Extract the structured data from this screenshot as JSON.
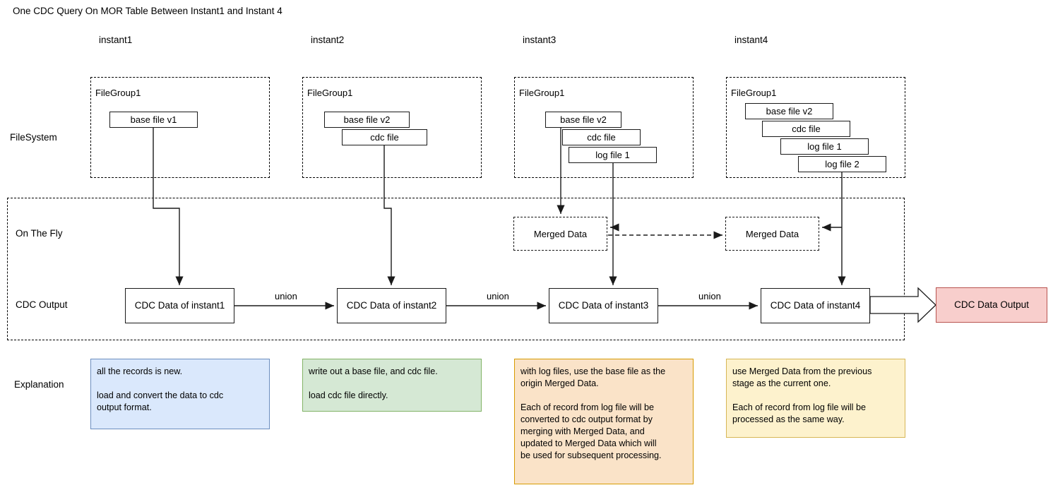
{
  "title": "One CDC Query On MOR Table Between Instant1 and Instant 4",
  "columns": [
    {
      "label": "instant1"
    },
    {
      "label": "instant2"
    },
    {
      "label": "instant3"
    },
    {
      "label": "instant4"
    }
  ],
  "rows": {
    "filesystem_label": "FileSystem",
    "onthefly_label": "On The Fly",
    "cdcoutput_label": "CDC Output",
    "explanation_label": "Explanation"
  },
  "filegroups": [
    {
      "name": "FileGroup1",
      "files": [
        {
          "label": "base file v1"
        }
      ]
    },
    {
      "name": "FileGroup1",
      "files": [
        {
          "label": "base file v2"
        },
        {
          "label": "cdc file"
        }
      ]
    },
    {
      "name": "FileGroup1",
      "files": [
        {
          "label": "base file v2"
        },
        {
          "label": "cdc file"
        },
        {
          "label": "log file 1"
        }
      ]
    },
    {
      "name": "FileGroup1",
      "files": [
        {
          "label": "base file v2"
        },
        {
          "label": "cdc file"
        },
        {
          "label": "log file 1"
        },
        {
          "label": "log file 2"
        }
      ]
    }
  ],
  "merged_data": [
    {
      "label": "Merged Data"
    },
    {
      "label": "Merged Data"
    }
  ],
  "cdc_boxes": [
    {
      "label": "CDC Data of instant1"
    },
    {
      "label": "CDC Data of instant2"
    },
    {
      "label": "CDC Data of instant3"
    },
    {
      "label": "CDC Data of instant4"
    }
  ],
  "union_labels": [
    {
      "label": "union"
    },
    {
      "label": "union"
    },
    {
      "label": "union"
    }
  ],
  "output": {
    "label": "CDC Data Output",
    "fill": "#f8cecc",
    "stroke": "#b85450"
  },
  "explanations": [
    {
      "text": "all the records is new.\n\nload and convert the data to cdc\noutput format.",
      "fill": "#dae8fc",
      "stroke": "#6c8ebf"
    },
    {
      "text": "write out a base file, and cdc file.\n\nload cdc file directly.",
      "fill": "#d5e8d4",
      "stroke": "#82b366"
    },
    {
      "text": "with log files, use the base file as the\norigin Merged Data.\n\nEach of record from log file will be\nconverted to cdc output format by\nmerging with Merged Data, and\nupdated to Merged Data which will\nbe used for subsequent processing.",
      "fill": "#fae3c8",
      "stroke": "#d79b00"
    },
    {
      "text": "use Merged Data from the previous\nstage as the current one.\n\nEach of record from log file will be\nprocessed as the same way.",
      "fill": "#fdf2cd",
      "stroke": "#d6b656"
    }
  ],
  "colors": {
    "line": "#1a1a1a",
    "dashed": "#000000",
    "background": "#ffffff"
  }
}
